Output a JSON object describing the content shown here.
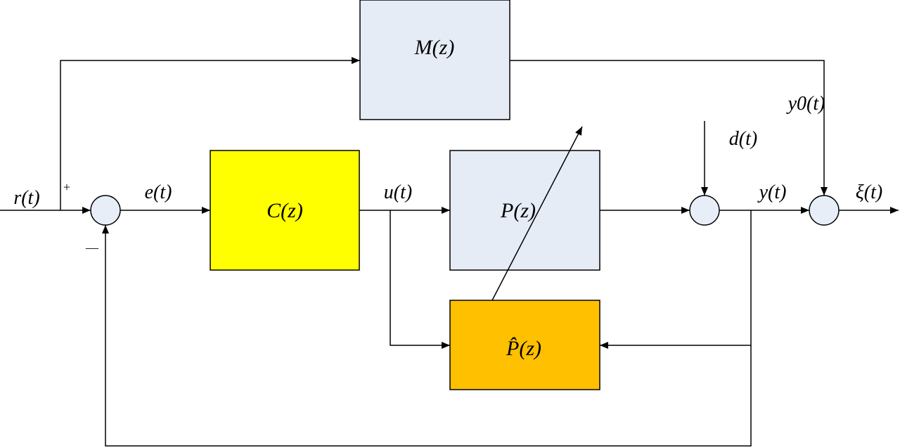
{
  "diagram": {
    "blocks": {
      "m": {
        "label": "M(z)",
        "fill": "#e6ecf6"
      },
      "c": {
        "label": "C(z)",
        "fill": "#ffff00"
      },
      "p": {
        "label": "P(z)",
        "fill": "#e6ecf6"
      },
      "phat": {
        "label": "P̂(z)",
        "fill": "#ffc000"
      }
    },
    "signals": {
      "r": "r(t)",
      "e": "e(t)",
      "u": "u(t)",
      "d": "d(t)",
      "y": "y(t)",
      "y0": "y0(t)",
      "xi": "ξ(t)"
    },
    "signs": {
      "plus": "+",
      "minus": "—"
    }
  }
}
